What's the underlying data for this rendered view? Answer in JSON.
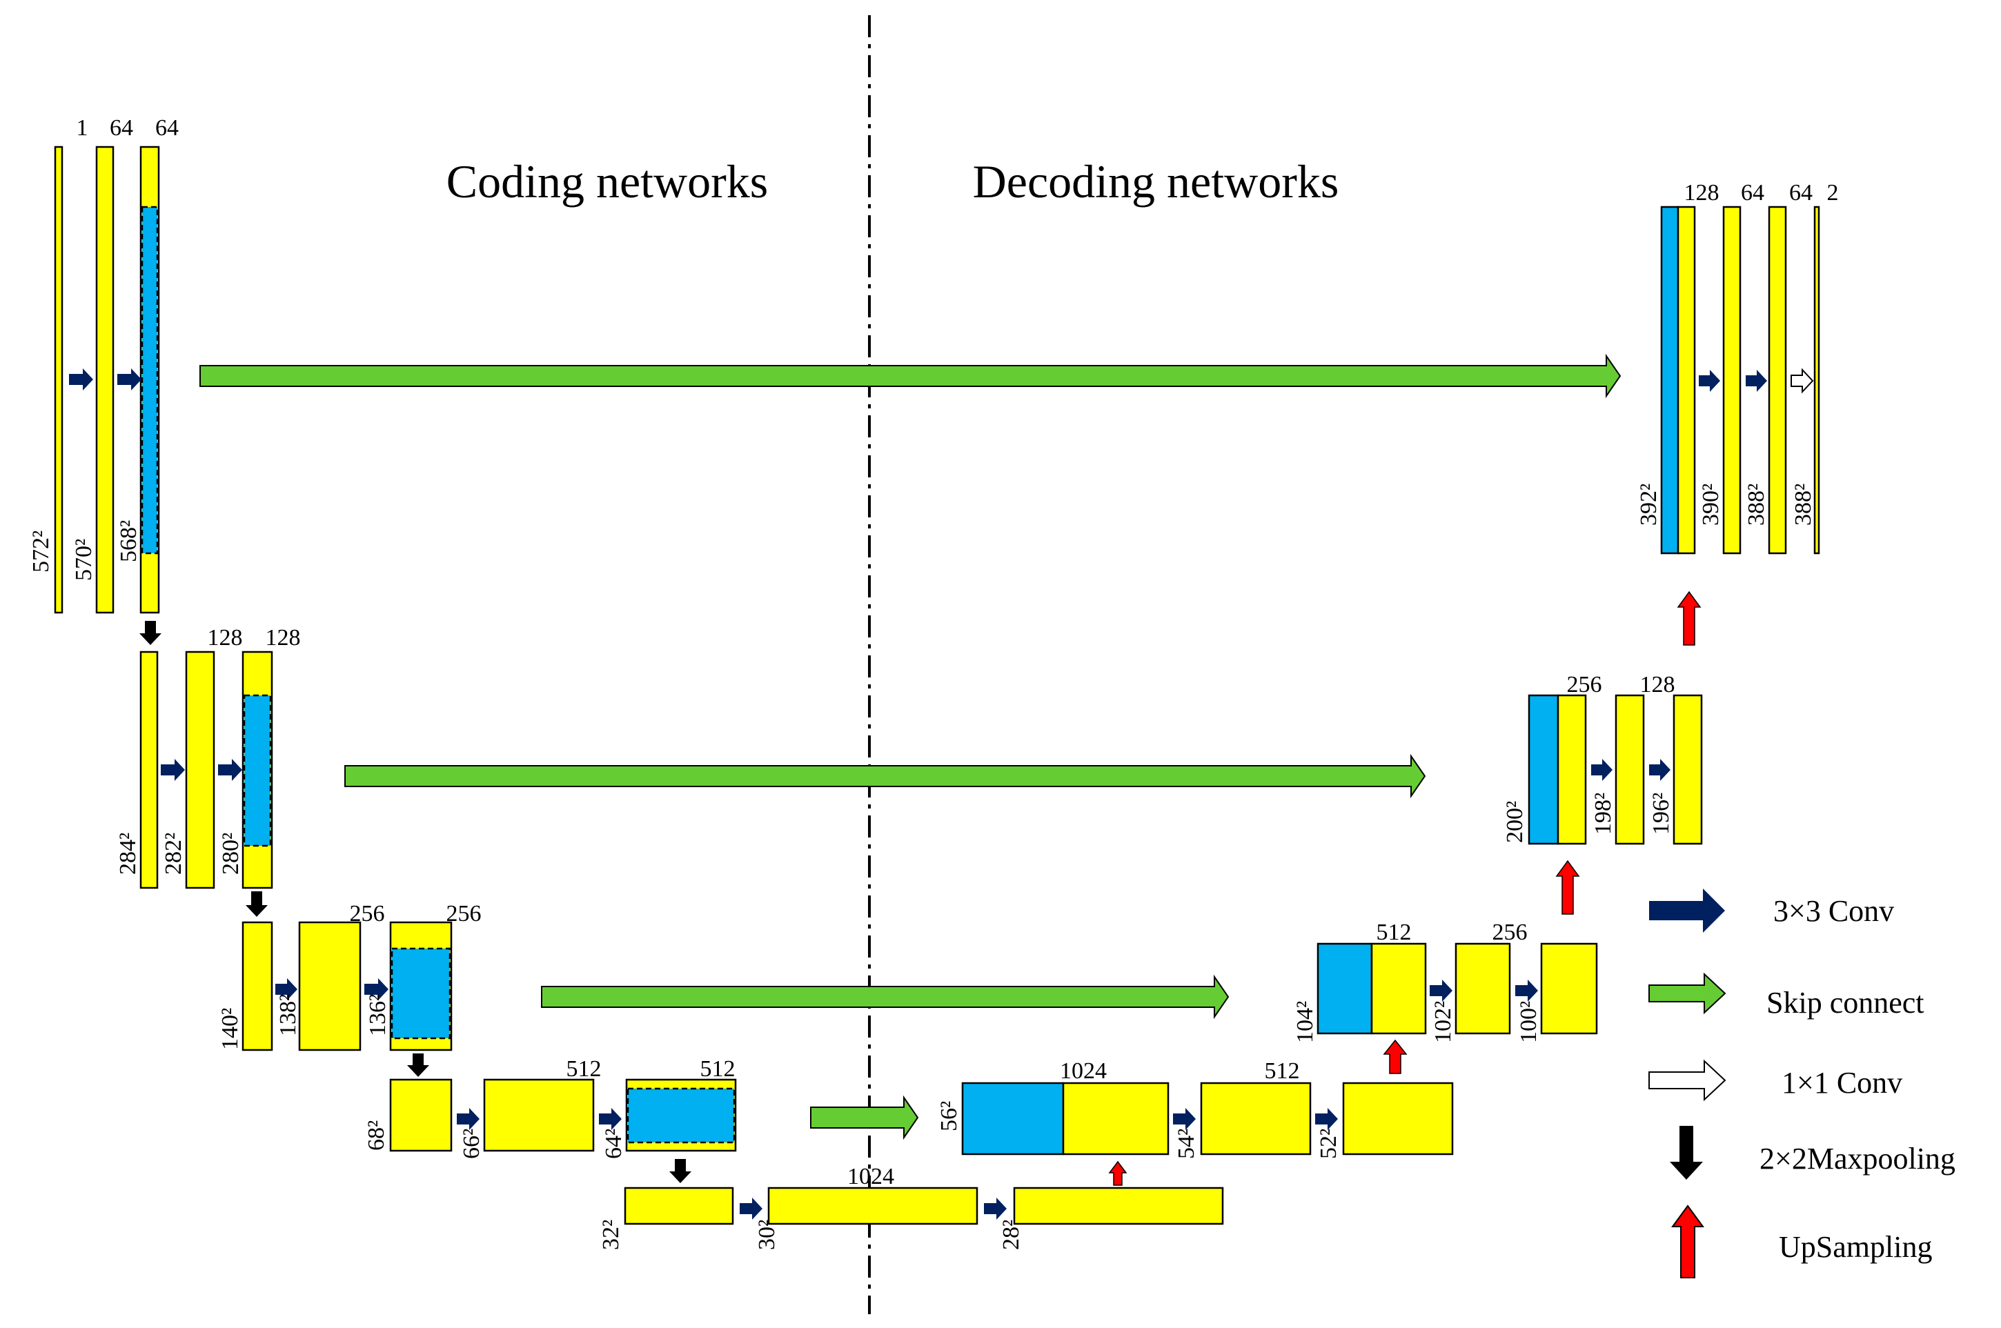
{
  "colors": {
    "feature_map": "#ffff00",
    "cropped": "#00b0f0",
    "conv_arrow": "#002060",
    "skip_arrow": "#66cc33",
    "maxpool_arrow": "#000000",
    "upsample_arrow": "#ff0000",
    "outline": "#000000"
  },
  "titles": {
    "coding": "Coding networks",
    "decoding": "Decoding networks"
  },
  "channel_labels": [
    "1",
    "64",
    "64",
    "128",
    "128",
    "256",
    "256",
    "512",
    "512",
    "1024",
    "1024",
    "512",
    "512",
    "256",
    "256",
    "128",
    "128",
    "64",
    "64",
    "2"
  ],
  "size_labels": [
    "572²",
    "570²",
    "568²",
    "284²",
    "282²",
    "280²",
    "140²",
    "138²",
    "136²",
    "68²",
    "66²",
    "64²",
    "32²",
    "30²",
    "28²",
    "56²",
    "54²",
    "52²",
    "104²",
    "102²",
    "100²",
    "200²",
    "198²",
    "196²",
    "392²",
    "390²",
    "388²",
    "388²"
  ],
  "legend": {
    "conv3": "3×3 Conv",
    "skip": "Skip connect",
    "conv1": "1×1 Conv",
    "maxpool": "2×2Maxpooling",
    "upsample": "UpSampling"
  },
  "icons": {
    "conv3": "dark-navy-right-arrow-icon",
    "skip": "green-right-arrow-icon",
    "conv1": "white-outline-right-arrow-icon",
    "maxpool": "black-down-arrow-icon",
    "upsample": "red-up-arrow-icon"
  }
}
